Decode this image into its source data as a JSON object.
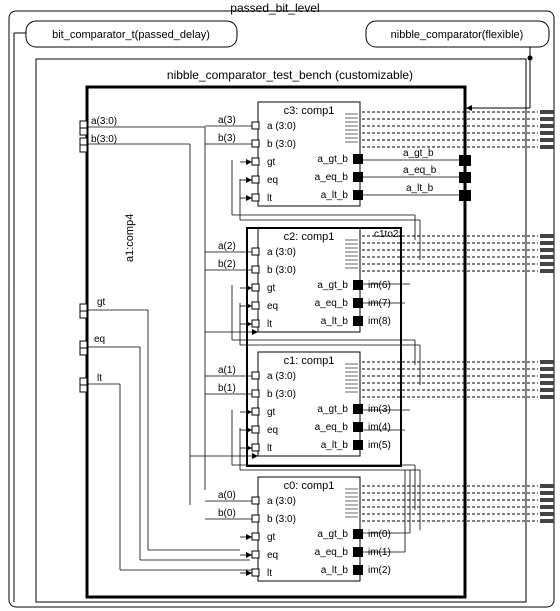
{
  "title": "passed_bit_level",
  "config_left": "bit_comparator_t(passed_delay)",
  "config_right": "nibble_comparator(flexible)",
  "bench": {
    "title": "nibble_comparator_test_bench (customizable)",
    "component_label": "a1:comp4",
    "ports": {
      "a": "a(3:0)",
      "b": "b(3:0)",
      "gt": "gt",
      "eq": "eq",
      "lt": "lt"
    }
  },
  "comps": [
    {
      "id": "c3",
      "title": "c3: comp1",
      "a_sig": "a(3)",
      "b_sig": "b(3)",
      "pin_a": "a (3:0)",
      "pin_b": "b (3:0)",
      "pin_gt": "gt",
      "pin_eq": "eq",
      "pin_lt": "lt",
      "out_gt": "a_gt_b",
      "out_eq": "a_eq_b",
      "out_lt": "a_lt_b",
      "sig_gt": "a_gt_b",
      "sig_eq": "a_eq_b",
      "sig_lt": "a_lt_b"
    },
    {
      "id": "c2",
      "title": "c2: comp1",
      "a_sig": "a(2)",
      "b_sig": "b(2)",
      "pin_a": "a (3:0)",
      "pin_b": "b (3:0)",
      "pin_gt": "gt",
      "pin_eq": "eq",
      "pin_lt": "lt",
      "out_gt": "a_gt_b",
      "out_eq": "a_eq_b",
      "out_lt": "a_lt_b",
      "sig_gt": "im(6)",
      "sig_eq": "im(7)",
      "sig_lt": "im(8)"
    },
    {
      "id": "c1",
      "title": "c1: comp1",
      "a_sig": "a(1)",
      "b_sig": "b(1)",
      "pin_a": "a (3:0)",
      "pin_b": "b (3:0)",
      "pin_gt": "gt",
      "pin_eq": "eq",
      "pin_lt": "lt",
      "out_gt": "a_gt_b",
      "out_eq": "a_eq_b",
      "out_lt": "a_lt_b",
      "sig_gt": "im(3)",
      "sig_eq": "im(4)",
      "sig_lt": "im(5)"
    },
    {
      "id": "c0",
      "title": "c0: comp1",
      "a_sig": "a(0)",
      "b_sig": "b(0)",
      "pin_a": "a (3:0)",
      "pin_b": "b (3:0)",
      "pin_gt": "gt",
      "pin_eq": "eq",
      "pin_lt": "lt",
      "out_gt": "a_gt_b",
      "out_eq": "a_eq_b",
      "out_lt": "a_lt_b",
      "sig_gt": "im(0)",
      "sig_eq": "im(1)",
      "sig_lt": "im(2)"
    }
  ],
  "group_label": "c1to2:"
}
